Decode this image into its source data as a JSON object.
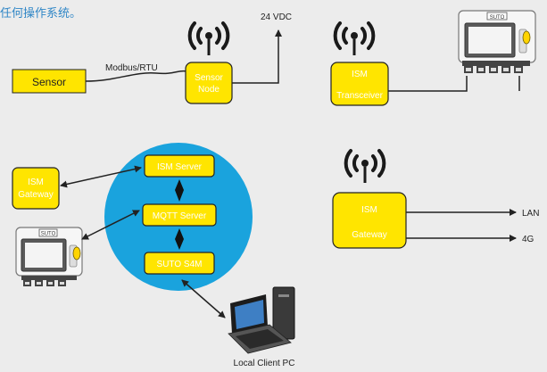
{
  "caption": "任何操作系统。",
  "colors": {
    "background": "#ececec",
    "yellow": "#ffe500",
    "blue": "#1aa3dd",
    "caption": "#2f86c6",
    "node_text": "#ffffff",
    "line": "#222222"
  },
  "top_left": {
    "sensor_label": "Sensor",
    "protocol_label": "Modbus/RTU",
    "sensor_node_line1": "Sensor",
    "sensor_node_line2": "Node",
    "power_label": "24 VDC"
  },
  "top_right": {
    "transceiver_line1": "ISM",
    "transceiver_line2": "Transceiver",
    "device_logo": "SUTO"
  },
  "server_cluster": {
    "ism_server": "ISM Server",
    "mqtt_server": "MQTT Server",
    "suto_s4m": "SUTO S4M",
    "gateway_line1": "ISM",
    "gateway_line2": "Gateway",
    "device_logo": "SUTO",
    "client_pc_label": "Local Client PC"
  },
  "bottom_right": {
    "gateway_line1": "ISM",
    "gateway_line2": "Gateway",
    "lan_label": "LAN",
    "fourg_label": "4G"
  }
}
